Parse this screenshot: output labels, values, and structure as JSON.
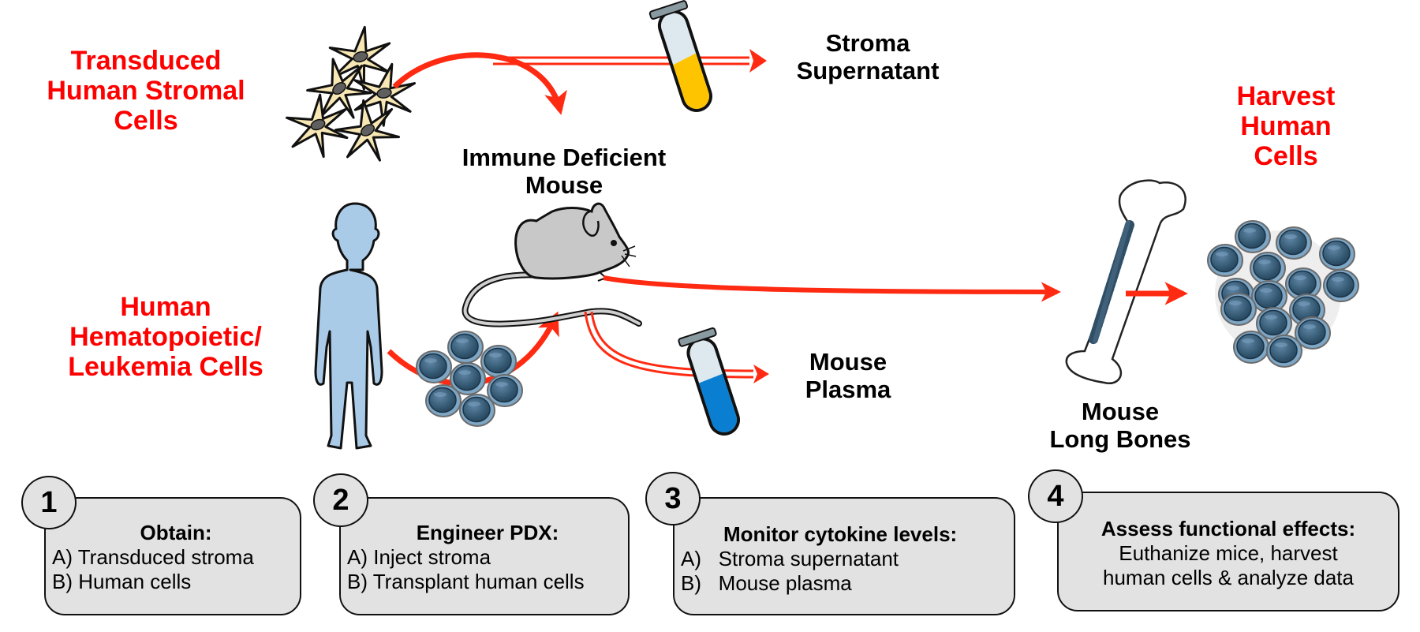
{
  "labels": {
    "stromal_cells": [
      "Transduced",
      "Human Stromal",
      "Cells"
    ],
    "hematopoietic_cells": [
      "Human",
      "Hematopoietic/",
      "Leukemia Cells"
    ],
    "immune_deficient_mouse": [
      "Immune Deficient",
      "Mouse"
    ],
    "stroma_supernatant": [
      "Stroma",
      "Supernatant"
    ],
    "mouse_plasma": [
      "Mouse",
      "Plasma"
    ],
    "mouse_long_bones": [
      "Mouse",
      "Long Bones"
    ],
    "harvest_human_cells": [
      "Harvest",
      "Human",
      "Cells"
    ]
  },
  "steps": [
    {
      "number": "1",
      "title": "Obtain:",
      "lines": [
        "A) Transduced stroma",
        "B) Human cells"
      ]
    },
    {
      "number": "2",
      "title": "Engineer PDX:",
      "lines": [
        "A) Inject stroma",
        "B) Transplant human cells"
      ]
    },
    {
      "number": "3",
      "title": "Monitor cytokine levels:",
      "lines": [
        "A)   Stroma supernatant",
        "B)   Mouse plasma"
      ]
    },
    {
      "number": "4",
      "title": "Assess functional effects:",
      "lines": [
        "Euthanize mice, harvest",
        "human cells & analyze data"
      ]
    }
  ],
  "colors": {
    "accent_red": "#ff0000",
    "arrow_red": "#ff2a12",
    "stromal_cell_fill": "#f7e7b4",
    "human_figure_fill": "#a9cbe8",
    "mouse_fill": "#c8c8c8",
    "cell_blue": "#3b5f7d",
    "supernatant_yellow": "#ffc400",
    "plasma_blue": "#0a7ed0",
    "box_fill": "#e2e2e2"
  }
}
